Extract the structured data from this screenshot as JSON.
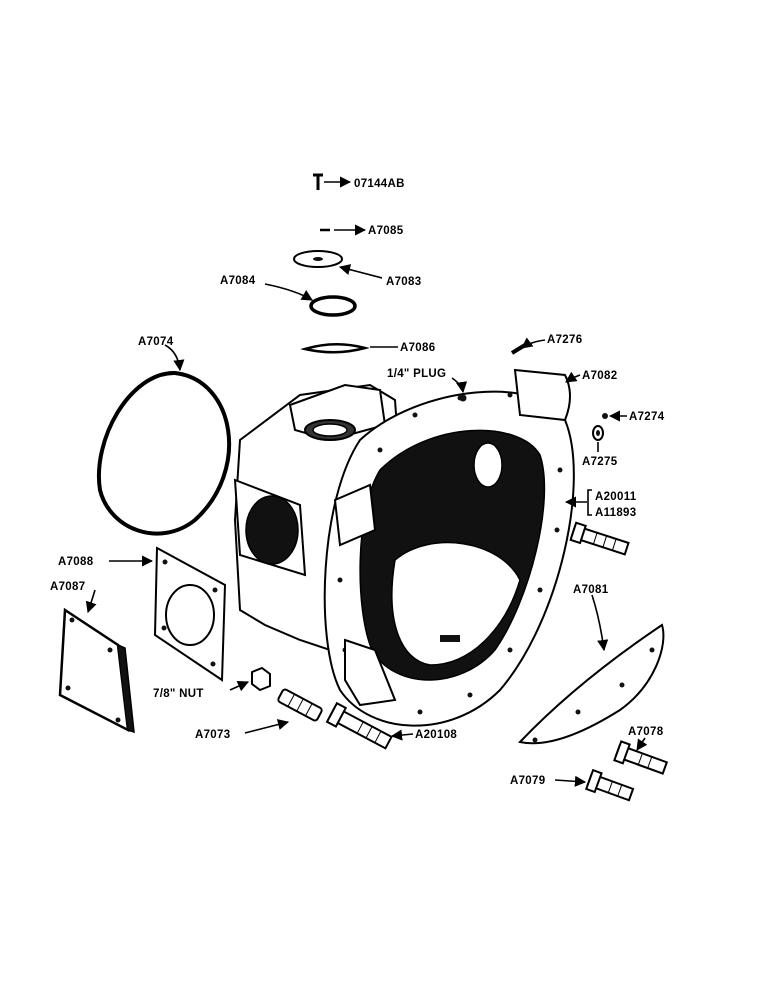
{
  "labels": {
    "p07144ab": "07144AB",
    "a7085": "A7085",
    "a7083": "A7083",
    "a7084": "A7084",
    "a7086": "A7086",
    "a7074": "A7074",
    "a7276": "A7276",
    "a7082": "A7082",
    "plug": "1/4\" PLUG",
    "a7274": "A7274",
    "a7275": "A7275",
    "a20011": "A20011",
    "a11893": "A11893",
    "a7088": "A7088",
    "a7087": "A7087",
    "a7081": "A7081",
    "nut": "7/8\" NUT",
    "a7073": "A7073",
    "a20108": "A20108",
    "a7078": "A7078",
    "a7079": "A7079"
  }
}
